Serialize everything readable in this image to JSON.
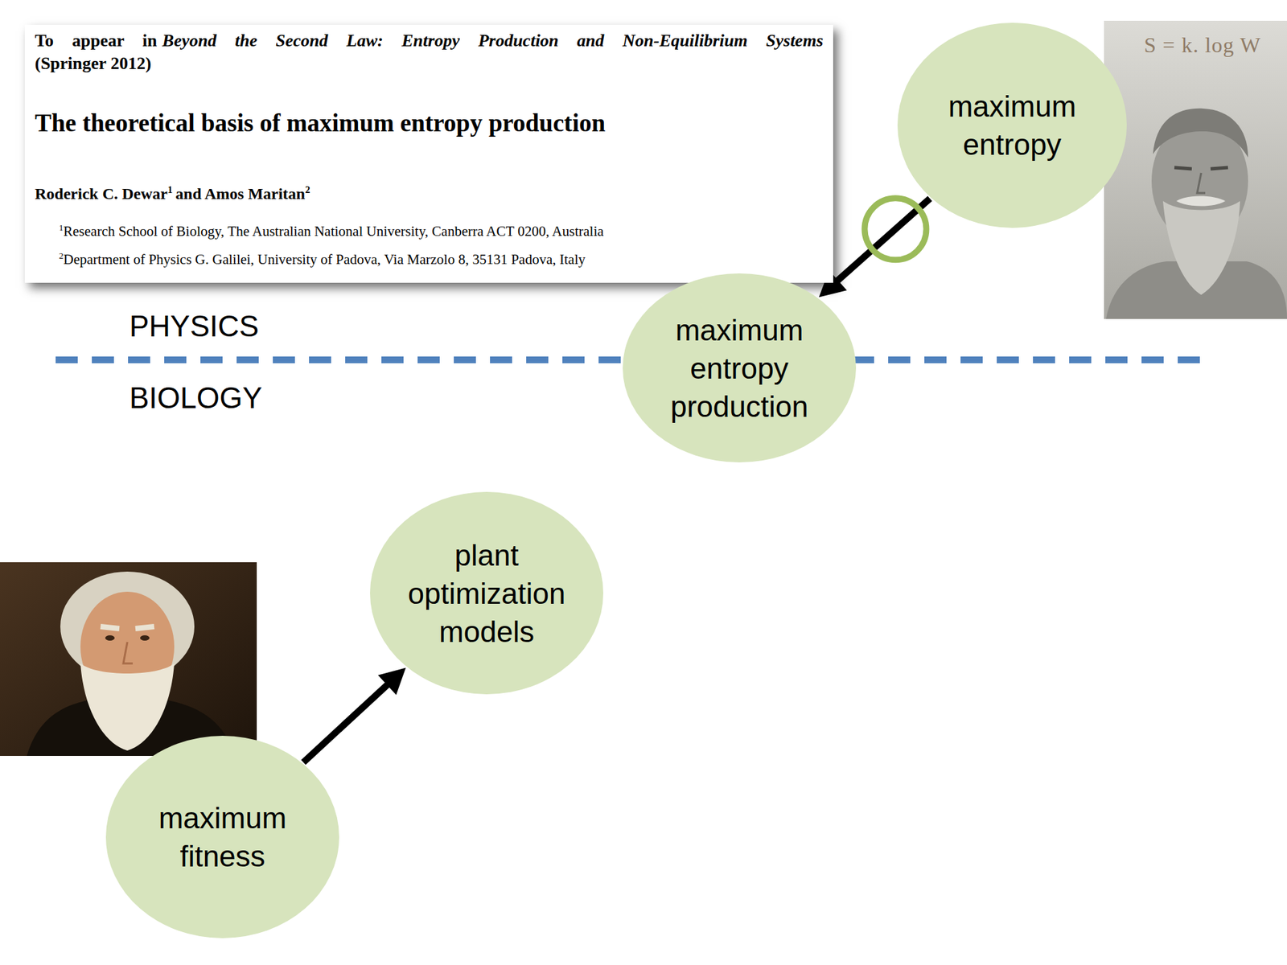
{
  "diagram": {
    "nodes": [
      {
        "text": [
          "To appear in",
          "Beyond the Second Law: Entropy Production and Non-Equilibrium Systems",
          "(Springer 2012)",
          "The theoretical basis of maximum entropy production",
          "Roderick C. Dewar",
          "1",
          "and Amos Maritan",
          "2",
          "1",
          "Research School of Biology, The Australian National University, Canberra ACT 0200, Australia",
          "2",
          "Department of Physics G. Galilei, University of Padova, Via Marzolo 8, 35131 Padova, Italy"
        ]
      },
      {
        "text": [
          "maximum entropy"
        ]
      },
      {
        "text": [
          "maximum entropy production"
        ]
      },
      {
        "text": [
          "plant optimization models"
        ]
      },
      {
        "text": [
          "maximum fitness"
        ]
      }
    ],
    "edges": [
      {
        "from": 1,
        "to": 2,
        "arrow": "to"
      },
      {
        "from": 4,
        "to": 3,
        "arrow": "to"
      }
    ],
    "labels": [
      "PHYSICS",
      "BIOLOGY",
      "S = k. log W"
    ]
  }
}
